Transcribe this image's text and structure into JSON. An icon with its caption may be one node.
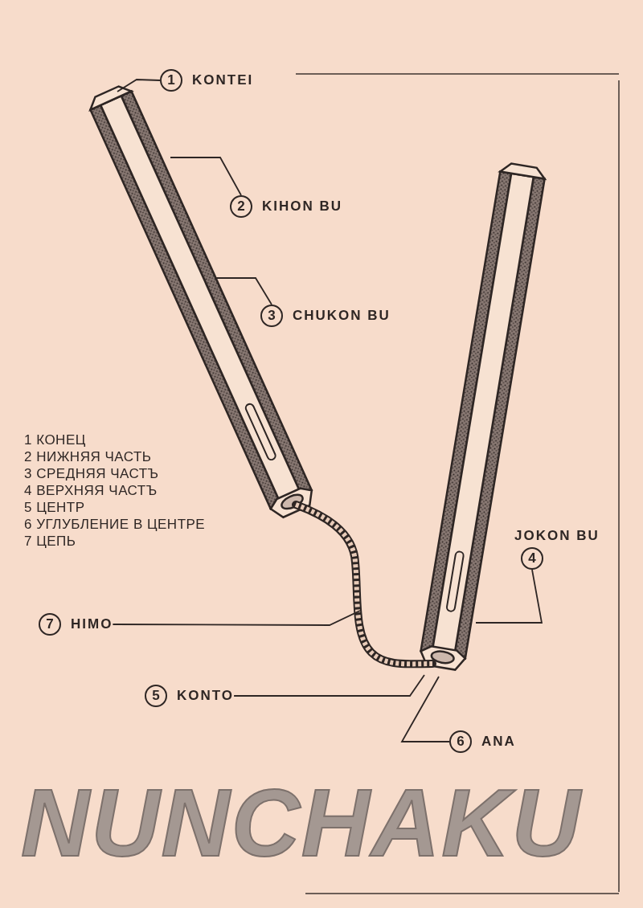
{
  "diagram": {
    "title": "NUNCHAKU",
    "nodes": [
      {
        "text": [
          "1"
        ],
        "beside": [
          "KONTEI"
        ]
      },
      {
        "text": [
          "2"
        ],
        "beside": [
          "KIHON BU"
        ]
      },
      {
        "text": [
          "3"
        ],
        "beside": [
          "CHUKON BU"
        ]
      },
      {
        "text": [
          "4"
        ],
        "beside": [
          "JOKON BU"
        ]
      },
      {
        "text": [
          "7"
        ],
        "beside": [
          "HIMO"
        ]
      },
      {
        "text": [
          "5"
        ],
        "beside": [
          "KONTO"
        ]
      },
      {
        "text": [
          "6"
        ],
        "beside": [
          "ANA"
        ]
      }
    ],
    "edges": [
      {
        "from": 0,
        "to": null,
        "arrow": "none"
      },
      {
        "from": 1,
        "to": null,
        "arrow": "none"
      },
      {
        "from": 2,
        "to": null,
        "arrow": "none"
      },
      {
        "from": 3,
        "to": null,
        "arrow": "none"
      },
      {
        "from": 4,
        "to": null,
        "arrow": "none"
      },
      {
        "from": 5,
        "to": null,
        "arrow": "none"
      },
      {
        "from": 6,
        "to": null,
        "arrow": "none"
      }
    ],
    "labels": [
      "1 КОНЕЦ",
      "2 НИЖНЯЯ ЧАСТЬ",
      "3 СРЕДНЯЯ ЧАСТЪ",
      "4 ВЕРХНЯЯ ЧАСТЪ",
      "5 ЦЕНТР",
      "6 УГЛУБЛЕНИЕ В ЦЕНТРЕ",
      "7 ЦЕПЬ"
    ]
  }
}
